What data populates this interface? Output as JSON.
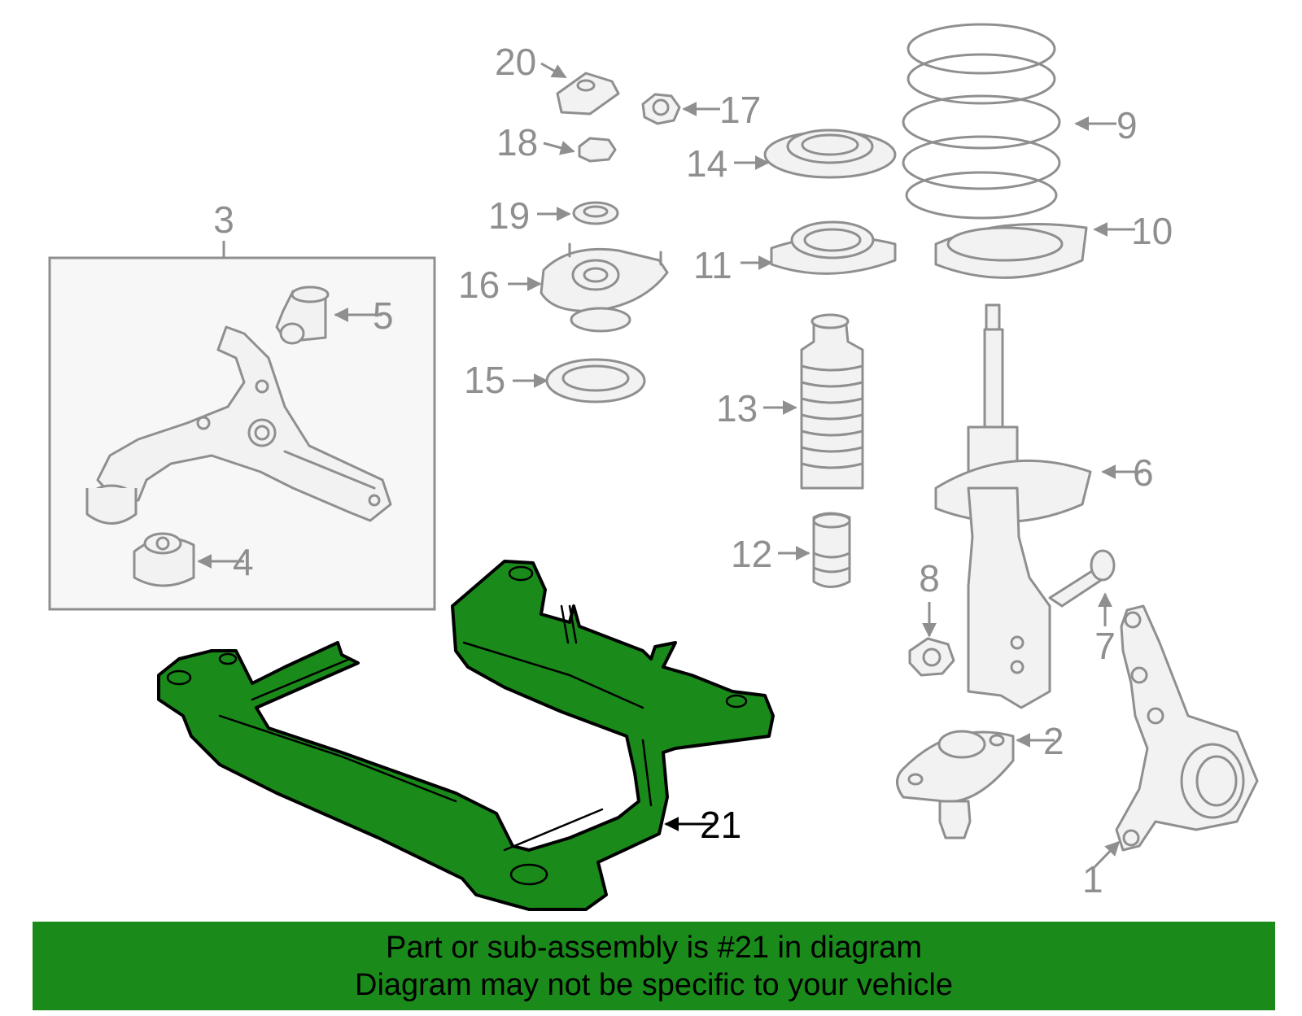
{
  "callouts": {
    "c1": "1",
    "c2": "2",
    "c3": "3",
    "c4": "4",
    "c5": "5",
    "c6": "6",
    "c7": "7",
    "c8": "8",
    "c9": "9",
    "c10": "10",
    "c11": "11",
    "c12": "12",
    "c13": "13",
    "c14": "14",
    "c15": "15",
    "c16": "16",
    "c17": "17",
    "c18": "18",
    "c19": "19",
    "c20": "20",
    "c21": "21"
  },
  "highlighted_part": "21",
  "colors": {
    "highlight": "#1a8a1a",
    "line_gray": "#8f8f8f",
    "box_fill": "#f7f7f7"
  },
  "banner": {
    "line1": "Part or sub-assembly is #21 in diagram",
    "line2": "Diagram may not be specific to your vehicle"
  }
}
